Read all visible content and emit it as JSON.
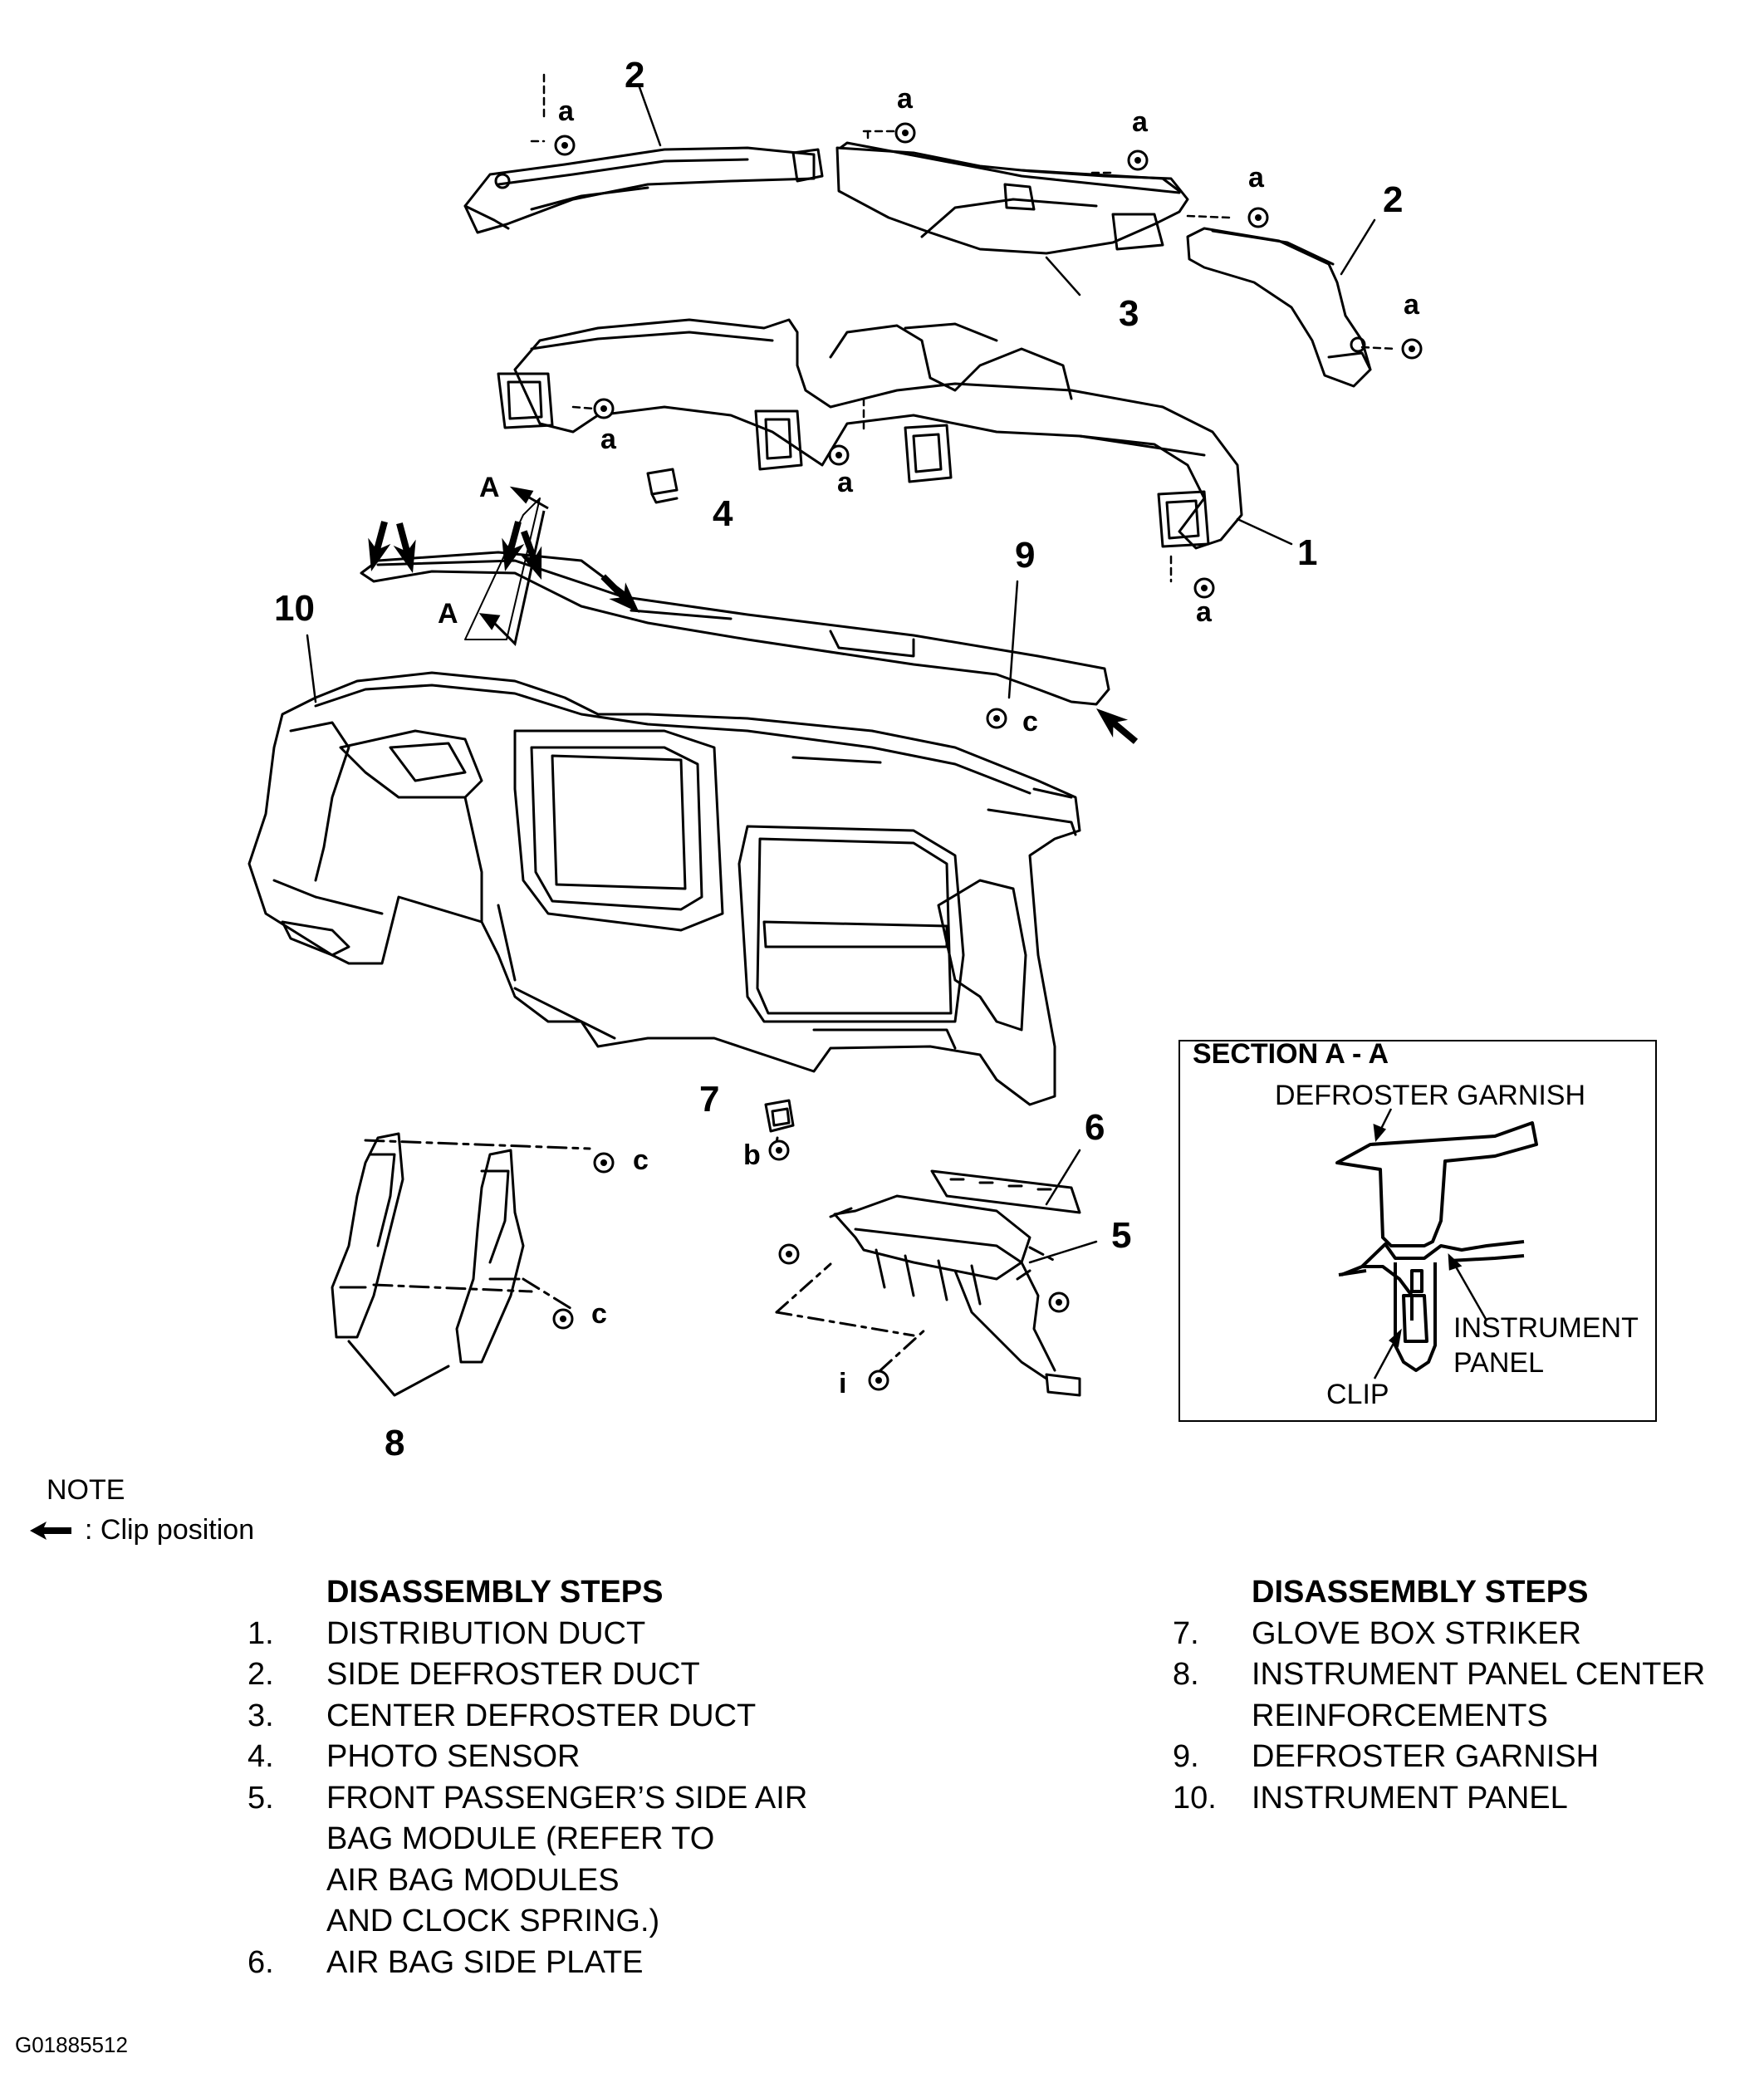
{
  "callouts": {
    "c1": "1",
    "c2a": "2",
    "c2b": "2",
    "c3": "3",
    "c4": "4",
    "c5": "5",
    "c6": "6",
    "c7": "7",
    "c8": "8",
    "c9": "9",
    "c10": "10"
  },
  "fasteners": {
    "a": "a",
    "b": "b",
    "c": "c",
    "i": "i"
  },
  "section_marker": "A",
  "section": {
    "title": "SECTION A - A",
    "label_garnish": "DEFROSTER GARNISH",
    "label_panel_1": "INSTRUMENT",
    "label_panel_2": "PANEL",
    "label_clip": "CLIP"
  },
  "note": {
    "heading": "NOTE",
    "text": ": Clip position",
    "icon": "clip-arrow-icon"
  },
  "steps_left": {
    "heading": "DISASSEMBLY STEPS",
    "items": [
      {
        "num": "1.",
        "text": "DISTRIBUTION DUCT"
      },
      {
        "num": "2.",
        "text": "SIDE DEFROSTER DUCT"
      },
      {
        "num": "3.",
        "text": "CENTER DEFROSTER DUCT"
      },
      {
        "num": "4.",
        "text": "PHOTO SENSOR"
      },
      {
        "num": "5.",
        "text": "FRONT PASSENGER’S SIDE AIR"
      },
      {
        "num": "",
        "text": "BAG MODULE (REFER TO"
      },
      {
        "num": "",
        "text": "AIR BAG MODULES"
      },
      {
        "num": "",
        "text": "AND CLOCK SPRING.)"
      },
      {
        "num": "6.",
        "text": "AIR BAG SIDE PLATE"
      }
    ]
  },
  "steps_right": {
    "heading": "DISASSEMBLY STEPS",
    "items": [
      {
        "num": "7.",
        "text": "GLOVE BOX STRIKER"
      },
      {
        "num": "8.",
        "text": "INSTRUMENT PANEL CENTER"
      },
      {
        "num": "",
        "text": "REINFORCEMENTS"
      },
      {
        "num": "9.",
        "text": "DEFROSTER GARNISH"
      },
      {
        "num": "10.",
        "text": "INSTRUMENT PANEL"
      }
    ]
  },
  "figure_id": "G01885512"
}
